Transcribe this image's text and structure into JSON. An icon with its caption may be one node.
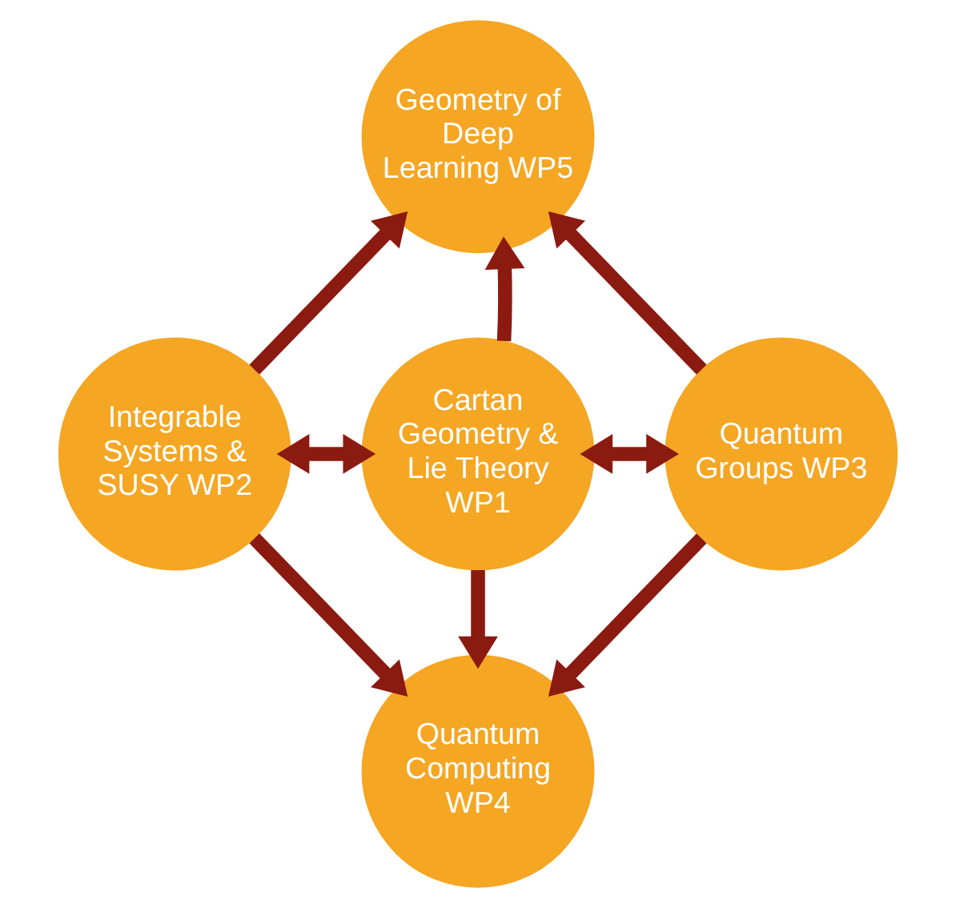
{
  "diagram": {
    "nodes": [
      {
        "text": [
          "Geometry of Deep Learning WP5"
        ]
      },
      {
        "text": [
          "Integrable Systems & SUSY WP2"
        ]
      },
      {
        "text": [
          "Cartan Geometry & Lie Theory WP1"
        ]
      },
      {
        "text": [
          "Quantum Groups WP3"
        ]
      },
      {
        "text": [
          "Quantum Computing WP4"
        ]
      }
    ],
    "edges": [
      {
        "from": 1,
        "to": 0,
        "arrow": "to"
      },
      {
        "from": 2,
        "to": 0,
        "arrow": "to"
      },
      {
        "from": 3,
        "to": 0,
        "arrow": "to"
      },
      {
        "from": 1,
        "to": 2,
        "arrow": "both"
      },
      {
        "from": 2,
        "to": 3,
        "arrow": "both"
      },
      {
        "from": 1,
        "to": 4,
        "arrow": "to"
      },
      {
        "from": 2,
        "to": 4,
        "arrow": "to"
      },
      {
        "from": 3,
        "to": 4,
        "arrow": "to"
      }
    ]
  }
}
